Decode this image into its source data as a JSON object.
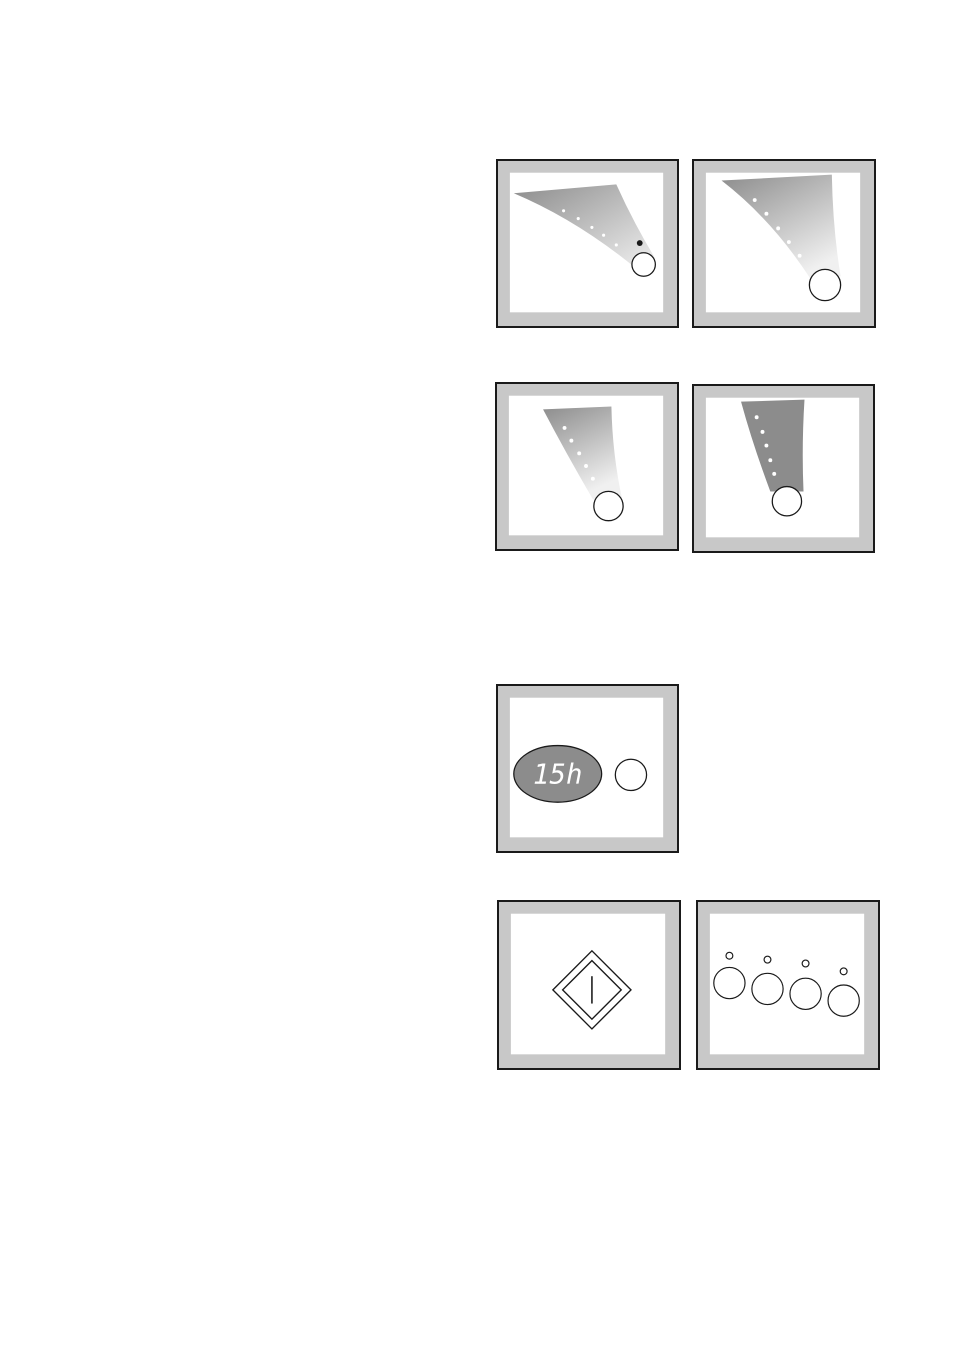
{
  "timer_display": {
    "value": "15h"
  },
  "colors": {
    "frame": "#c8c8c8",
    "inner": "#ffffff",
    "outline": "#1a1a1a",
    "fan_dark": "#8c8c8c",
    "fan_light": "#eeeeee",
    "display_fill": "#8c8c8c",
    "display_text": "#ffffff"
  },
  "panels": [
    {
      "id": "selector-1",
      "fan_dots": 6,
      "active_dot": 6
    },
    {
      "id": "selector-2",
      "fan_dots": 5,
      "active_dot": null
    },
    {
      "id": "selector-3",
      "fan_dots": 5,
      "active_dot": null
    },
    {
      "id": "selector-4",
      "fan_dots": 5,
      "active_dot": null
    }
  ],
  "option_buttons": {
    "count": 4
  },
  "icons": [
    "start-button-icon",
    "timer-display-icon",
    "option-button-icon",
    "indicator-led-icon"
  ]
}
